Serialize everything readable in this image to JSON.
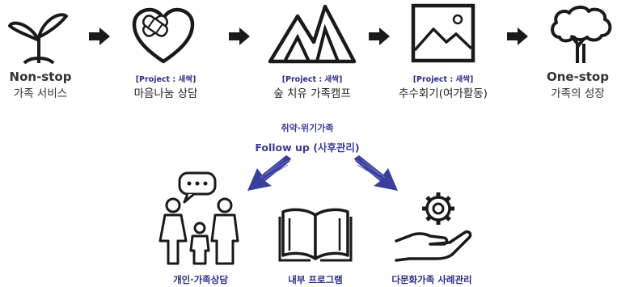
{
  "steps": [
    {
      "icon": "seedling-icon",
      "title": "Non-stop",
      "subtitle": "가족 서비스"
    },
    {
      "icon": "heart-bandage-icon",
      "tag": "[Project : 새싹]",
      "name": "마음나눔 상담"
    },
    {
      "icon": "mountains-icon",
      "tag": "[Project : 새싹]",
      "name": "숲 치유 가족캠프"
    },
    {
      "icon": "landscape-picture-icon",
      "tag": "[Project : 새싹]",
      "name": "추수회기(여가활동)"
    },
    {
      "icon": "tree-icon",
      "title": "One-stop",
      "subtitle": "가족의 성장"
    }
  ],
  "follow_up": {
    "line1": "취약·위기가족",
    "line2": "Follow up (사후관리)"
  },
  "bottom_items": [
    {
      "icon": "family-speech-icon",
      "label": "개인·가족상담"
    },
    {
      "icon": "open-book-icon",
      "label": "내부 프로그램"
    },
    {
      "icon": "hand-gear-icon",
      "label": "다문화가족 사례관리"
    }
  ],
  "colors": {
    "arrow_blue": "#3b3f9c",
    "tag_blue": "#2c2c8a",
    "icon_black": "#1a1a1a"
  }
}
